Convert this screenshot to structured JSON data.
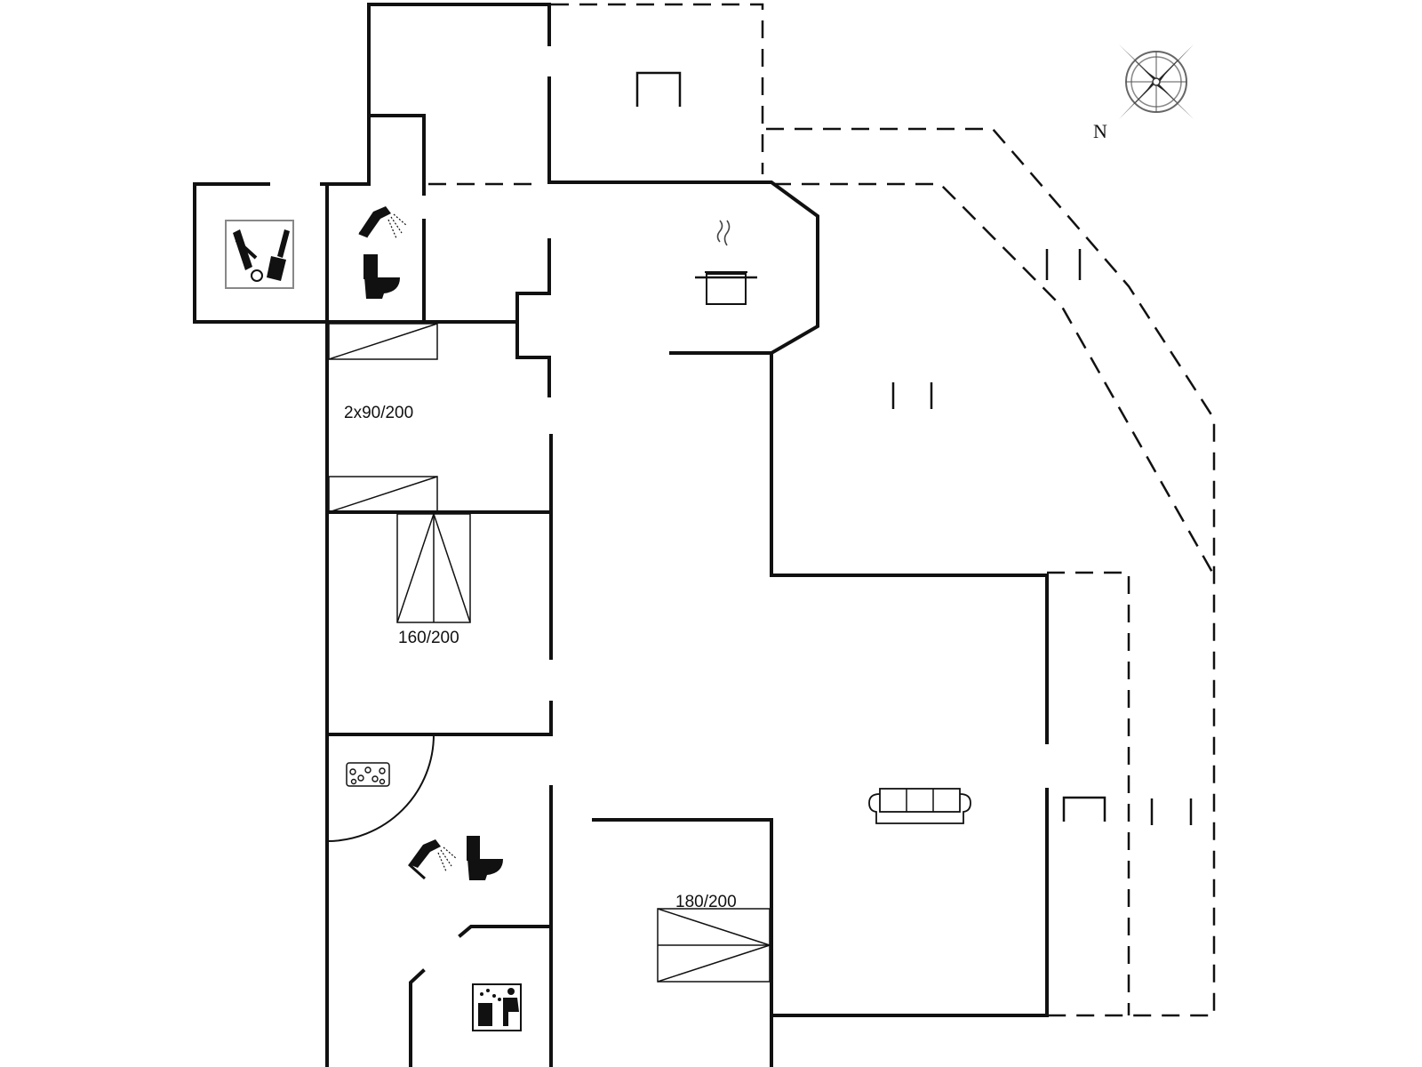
{
  "bed_labels": {
    "bedroom_1": "2x90/200",
    "bedroom_2": "160/200",
    "bedroom_3": "180/200"
  },
  "compass": {
    "north_label": "N"
  },
  "icons": [
    "utility-room-icon",
    "shower-icon",
    "toilet-icon",
    "kitchen-pot-icon",
    "sofa-icon",
    "whirlpool-icon",
    "sauna-icon",
    "compass-rose-icon"
  ]
}
